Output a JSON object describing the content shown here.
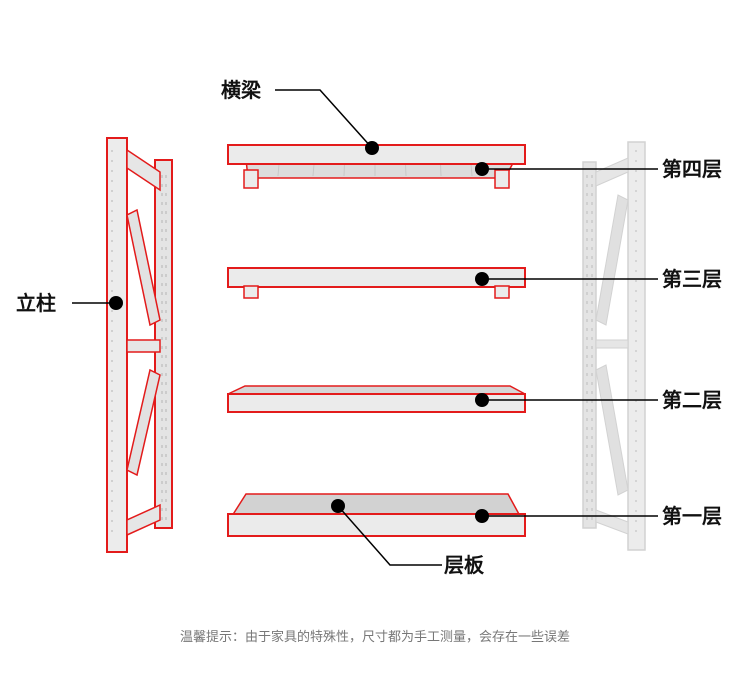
{
  "labels": {
    "crossbeam": "横梁",
    "upright": "立柱",
    "level_4": "第四层",
    "level_3": "第三层",
    "level_2": "第二层",
    "level_1": "第一层",
    "shelf_panel": "层板"
  },
  "note": "温馨提示：由于家具的特殊性，尺寸都为手工测量，会存在一些误差",
  "colors": {
    "highlight": "#e31b1b",
    "metal_fill": "#e8e8e8",
    "metal_shadow": "#c9c9c9",
    "callout_line": "#000000",
    "note_text": "#777777"
  }
}
